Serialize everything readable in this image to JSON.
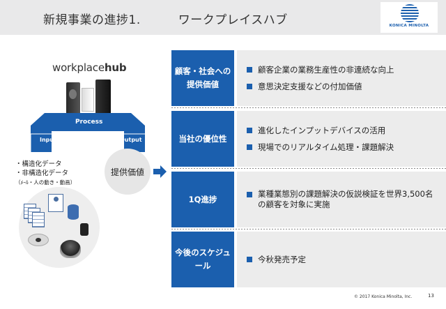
{
  "header": {
    "title": "新規事業の進捗1.",
    "subtitle": "ワークプレイスハブ"
  },
  "brand": {
    "name": "KONICA MINOLTA",
    "color": "#1b5fae"
  },
  "diagram": {
    "product_logo_prefix": "workplace",
    "product_logo_suffix": "hub",
    "process_label": "Process",
    "input_label": "Input",
    "output_label": "Output",
    "value_label": "提供価値",
    "data_items": [
      "・構造化データ",
      "・非構造化データ"
    ],
    "data_note": "（ﾒｰﾙ・人の動き・動画）"
  },
  "rows": [
    {
      "label": "顧客・社会への提供価値",
      "items": [
        "顧客企業の業務生産性の非連続な向上",
        "意思決定支援などの付加価値"
      ]
    },
    {
      "label": "当社の優位性",
      "items": [
        "進化したインプットデバイスの活用",
        "現場でのリアルタイム処理・課題解決"
      ]
    },
    {
      "label": "1Q進捗",
      "items": [
        "業種業態別の課題解決の仮説検証を世界3,500名の顧客を対象に実施"
      ]
    },
    {
      "label": "今後のスケジュール",
      "items": [
        "今秋発売予定"
      ]
    }
  ],
  "footer": {
    "copyright": "© 2017 Konica Minolta, Inc.",
    "page_number": "13"
  }
}
